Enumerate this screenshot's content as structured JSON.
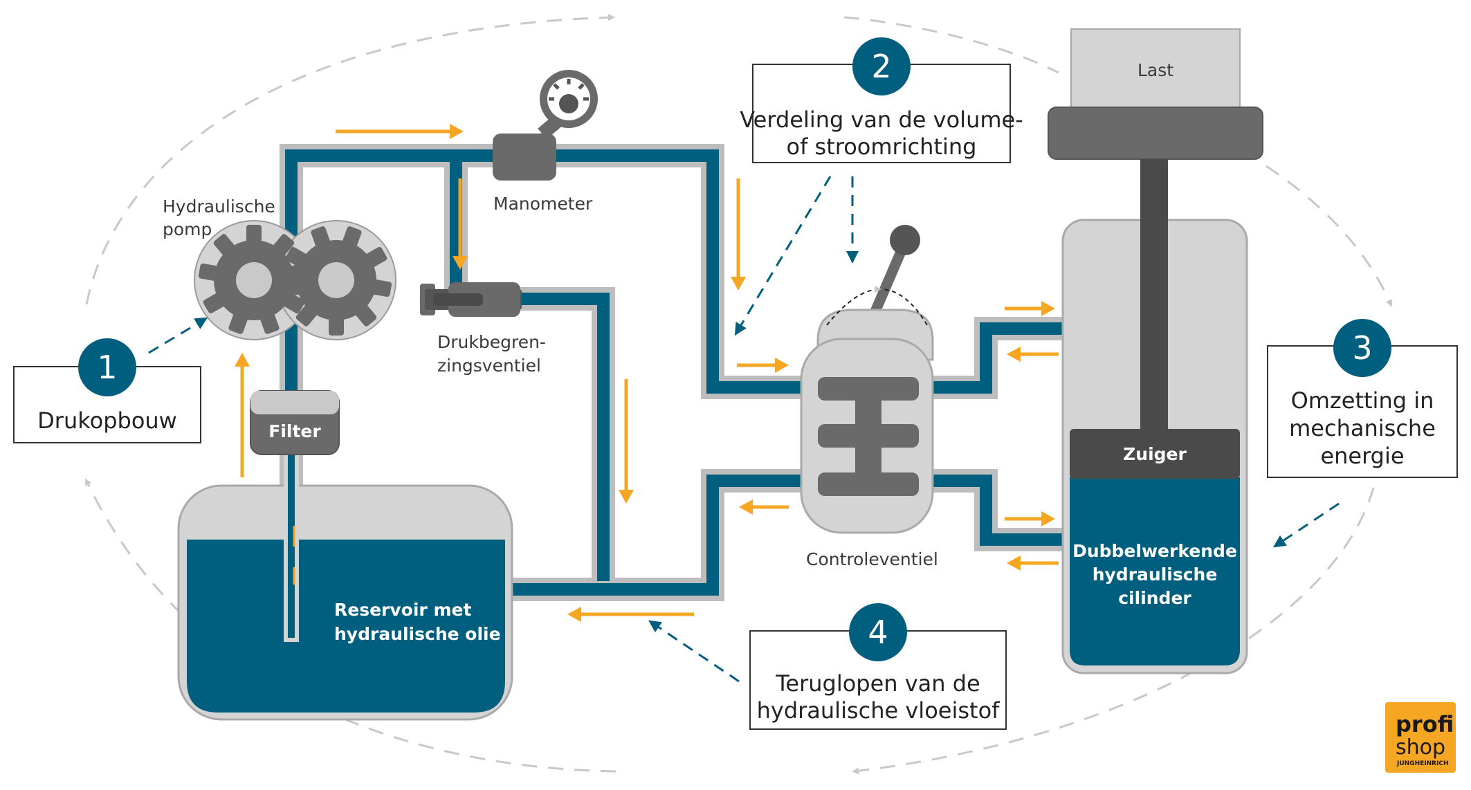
{
  "colors": {
    "fluid": "#005f7f",
    "pipe_border": "#bdbdbd",
    "component": "#d4d4d4",
    "dark": "#6a6a6a",
    "flow_arrow": "#f5a623",
    "badge": "#005f7f"
  },
  "components": {
    "pump": [
      "Hydraulische",
      "pomp"
    ],
    "filter": "Filter",
    "manometer": "Manometer",
    "relief_valve": [
      "Drukbegren-",
      "zingsventiel"
    ],
    "control_valve": "Controleventiel",
    "reservoir": [
      "Reservoir met",
      "hydraulische olie"
    ],
    "load": "Last",
    "piston": "Zuiger",
    "cylinder": [
      "Dubbelwerkende",
      "hydraulische",
      "cilinder"
    ]
  },
  "steps": [
    {
      "number": "1",
      "lines": [
        "Drukopbouw"
      ]
    },
    {
      "number": "2",
      "lines": [
        "Verdeling van de volume-",
        "of stroomrichting"
      ]
    },
    {
      "number": "3",
      "lines": [
        "Omzetting in",
        "mechanische",
        "energie"
      ]
    },
    {
      "number": "4",
      "lines": [
        "Teruglopen van de",
        "hydraulische vloeistof"
      ]
    }
  ],
  "logo": {
    "line1": "profi",
    "line2": "shop",
    "tagline": "JUNGHEINRICH"
  }
}
